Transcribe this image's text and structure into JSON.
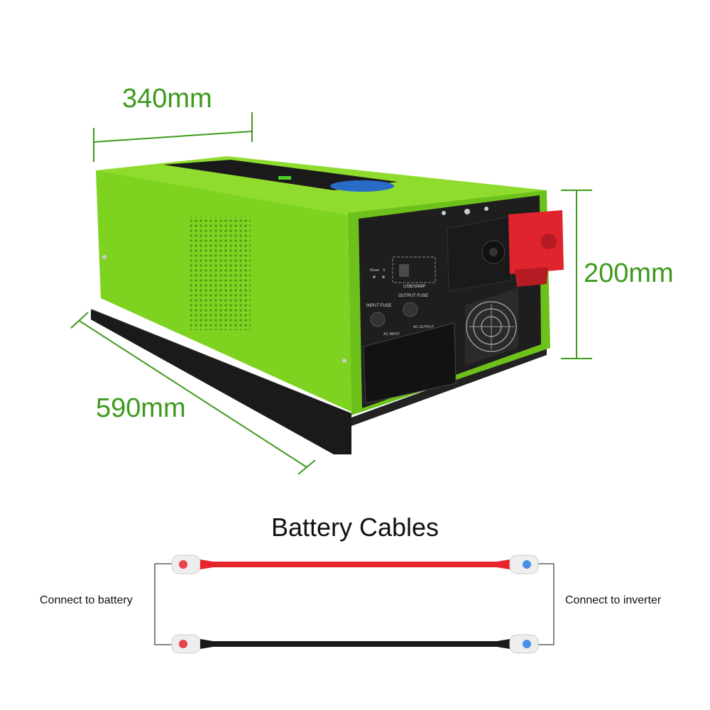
{
  "dimensions": {
    "width_label": "340mm",
    "height_label": "200mm",
    "length_label": "590mm",
    "dim_color": "#3e9a1c"
  },
  "product": {
    "body_color": "#7ed321",
    "panel_labels": {
      "reset": "Reset",
      "s": "S",
      "usb": "USB/SNMP",
      "input_fuse": "INPUT FUSE",
      "output_fuse": "OUTPUT FUSE",
      "ac_input": "AC INPUT",
      "ac_output": "AC OUTPUT"
    }
  },
  "cables": {
    "title": "Battery Cables",
    "left_label": "Connect to battery",
    "right_label": "Connect to inverter",
    "red_cable_color": "#e8242b",
    "black_cable_color": "#1a1a1a"
  }
}
